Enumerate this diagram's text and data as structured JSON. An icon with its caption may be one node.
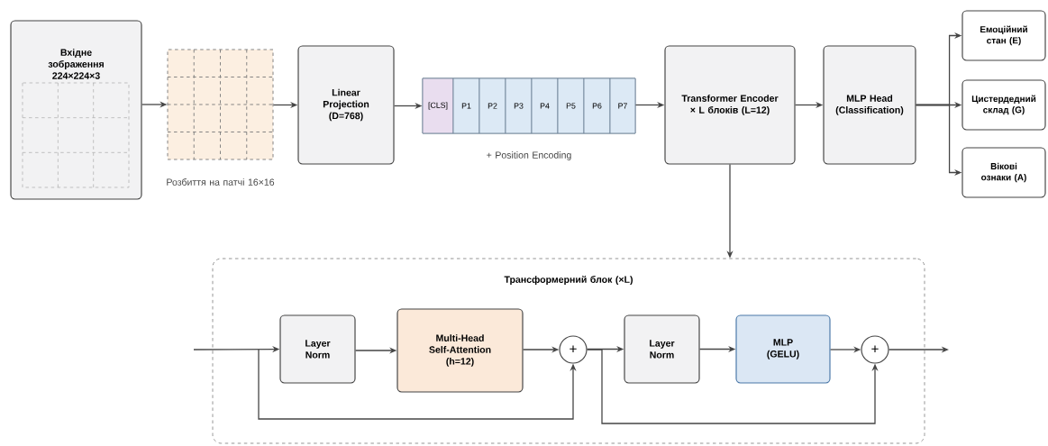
{
  "diagram": {
    "nodes": [
      {
        "text": [
          "Вхідне зображення 224×224×3"
        ]
      },
      {
        "text": [],
        "shape": "box",
        "beside": [
          "Розбиття на патчі 16×16"
        ]
      },
      {
        "text": [
          "Linear Projection (D=768)"
        ]
      },
      {
        "text": [],
        "shape": "bar",
        "beside": [
          "+ Position Encoding"
        ]
      },
      {
        "text": [
          "[CLS]"
        ],
        "in": 3
      },
      {
        "text": [
          "P1"
        ],
        "in": 3
      },
      {
        "text": [
          "P2"
        ],
        "in": 3
      },
      {
        "text": [
          "P3"
        ],
        "in": 3
      },
      {
        "text": [
          "P4"
        ],
        "in": 3
      },
      {
        "text": [
          "P5"
        ],
        "in": 3
      },
      {
        "text": [
          "P6"
        ],
        "in": 3
      },
      {
        "text": [
          "P7"
        ],
        "in": 3
      },
      {
        "text": [
          "Transformer Encoder × L блоків (L=12)"
        ]
      },
      {
        "text": [
          "MLP Head (Classification)"
        ]
      },
      {
        "text": [
          "Емоційний стан (E)"
        ]
      },
      {
        "text": [
          "Цистердедний склад (G)"
        ]
      },
      {
        "text": [
          "Вікові ознаки (A)"
        ]
      },
      {
        "text": [
          "Трансформерний блок (×L)"
        ]
      },
      {
        "text": [
          "Layer Norm"
        ],
        "in": 17
      },
      {
        "text": [
          "Multi-Head Self-Attention (h=12)"
        ],
        "in": 17
      },
      {
        "text": [
          "+"
        ],
        "in": 17
      },
      {
        "text": [
          "Layer Norm"
        ],
        "in": 17
      },
      {
        "text": [
          "MLP (GELU)"
        ],
        "in": 17
      },
      {
        "text": [
          "+"
        ],
        "in": 17
      }
    ],
    "edges": [
      {
        "from": 0,
        "to": 1,
        "arrow": "to"
      },
      {
        "from": 1,
        "to": 2,
        "arrow": "to"
      },
      {
        "from": 2,
        "to": 3,
        "arrow": "to"
      },
      {
        "from": 3,
        "to": 12,
        "arrow": "to"
      },
      {
        "from": 12,
        "to": 13,
        "arrow": "to"
      },
      {
        "from": 13,
        "to": 14,
        "arrow": "to"
      },
      {
        "from": 13,
        "to": 15,
        "arrow": "to"
      },
      {
        "from": 13,
        "to": 16,
        "arrow": "to"
      },
      {
        "from": 12,
        "to": 17,
        "arrow": "to"
      },
      {
        "from": null,
        "to": 18,
        "arrow": "to"
      },
      {
        "from": 18,
        "to": 19,
        "arrow": "to"
      },
      {
        "from": 19,
        "to": 20,
        "arrow": "to"
      },
      {
        "from": null,
        "to": 20,
        "arrow": "to"
      },
      {
        "from": 20,
        "to": 21,
        "arrow": "to"
      },
      {
        "from": 21,
        "to": 22,
        "arrow": "to"
      },
      {
        "from": 22,
        "to": 23,
        "arrow": "to"
      },
      {
        "from": 20,
        "to": 23,
        "arrow": "to"
      },
      {
        "from": 23,
        "to": null,
        "arrow": "to"
      }
    ]
  }
}
